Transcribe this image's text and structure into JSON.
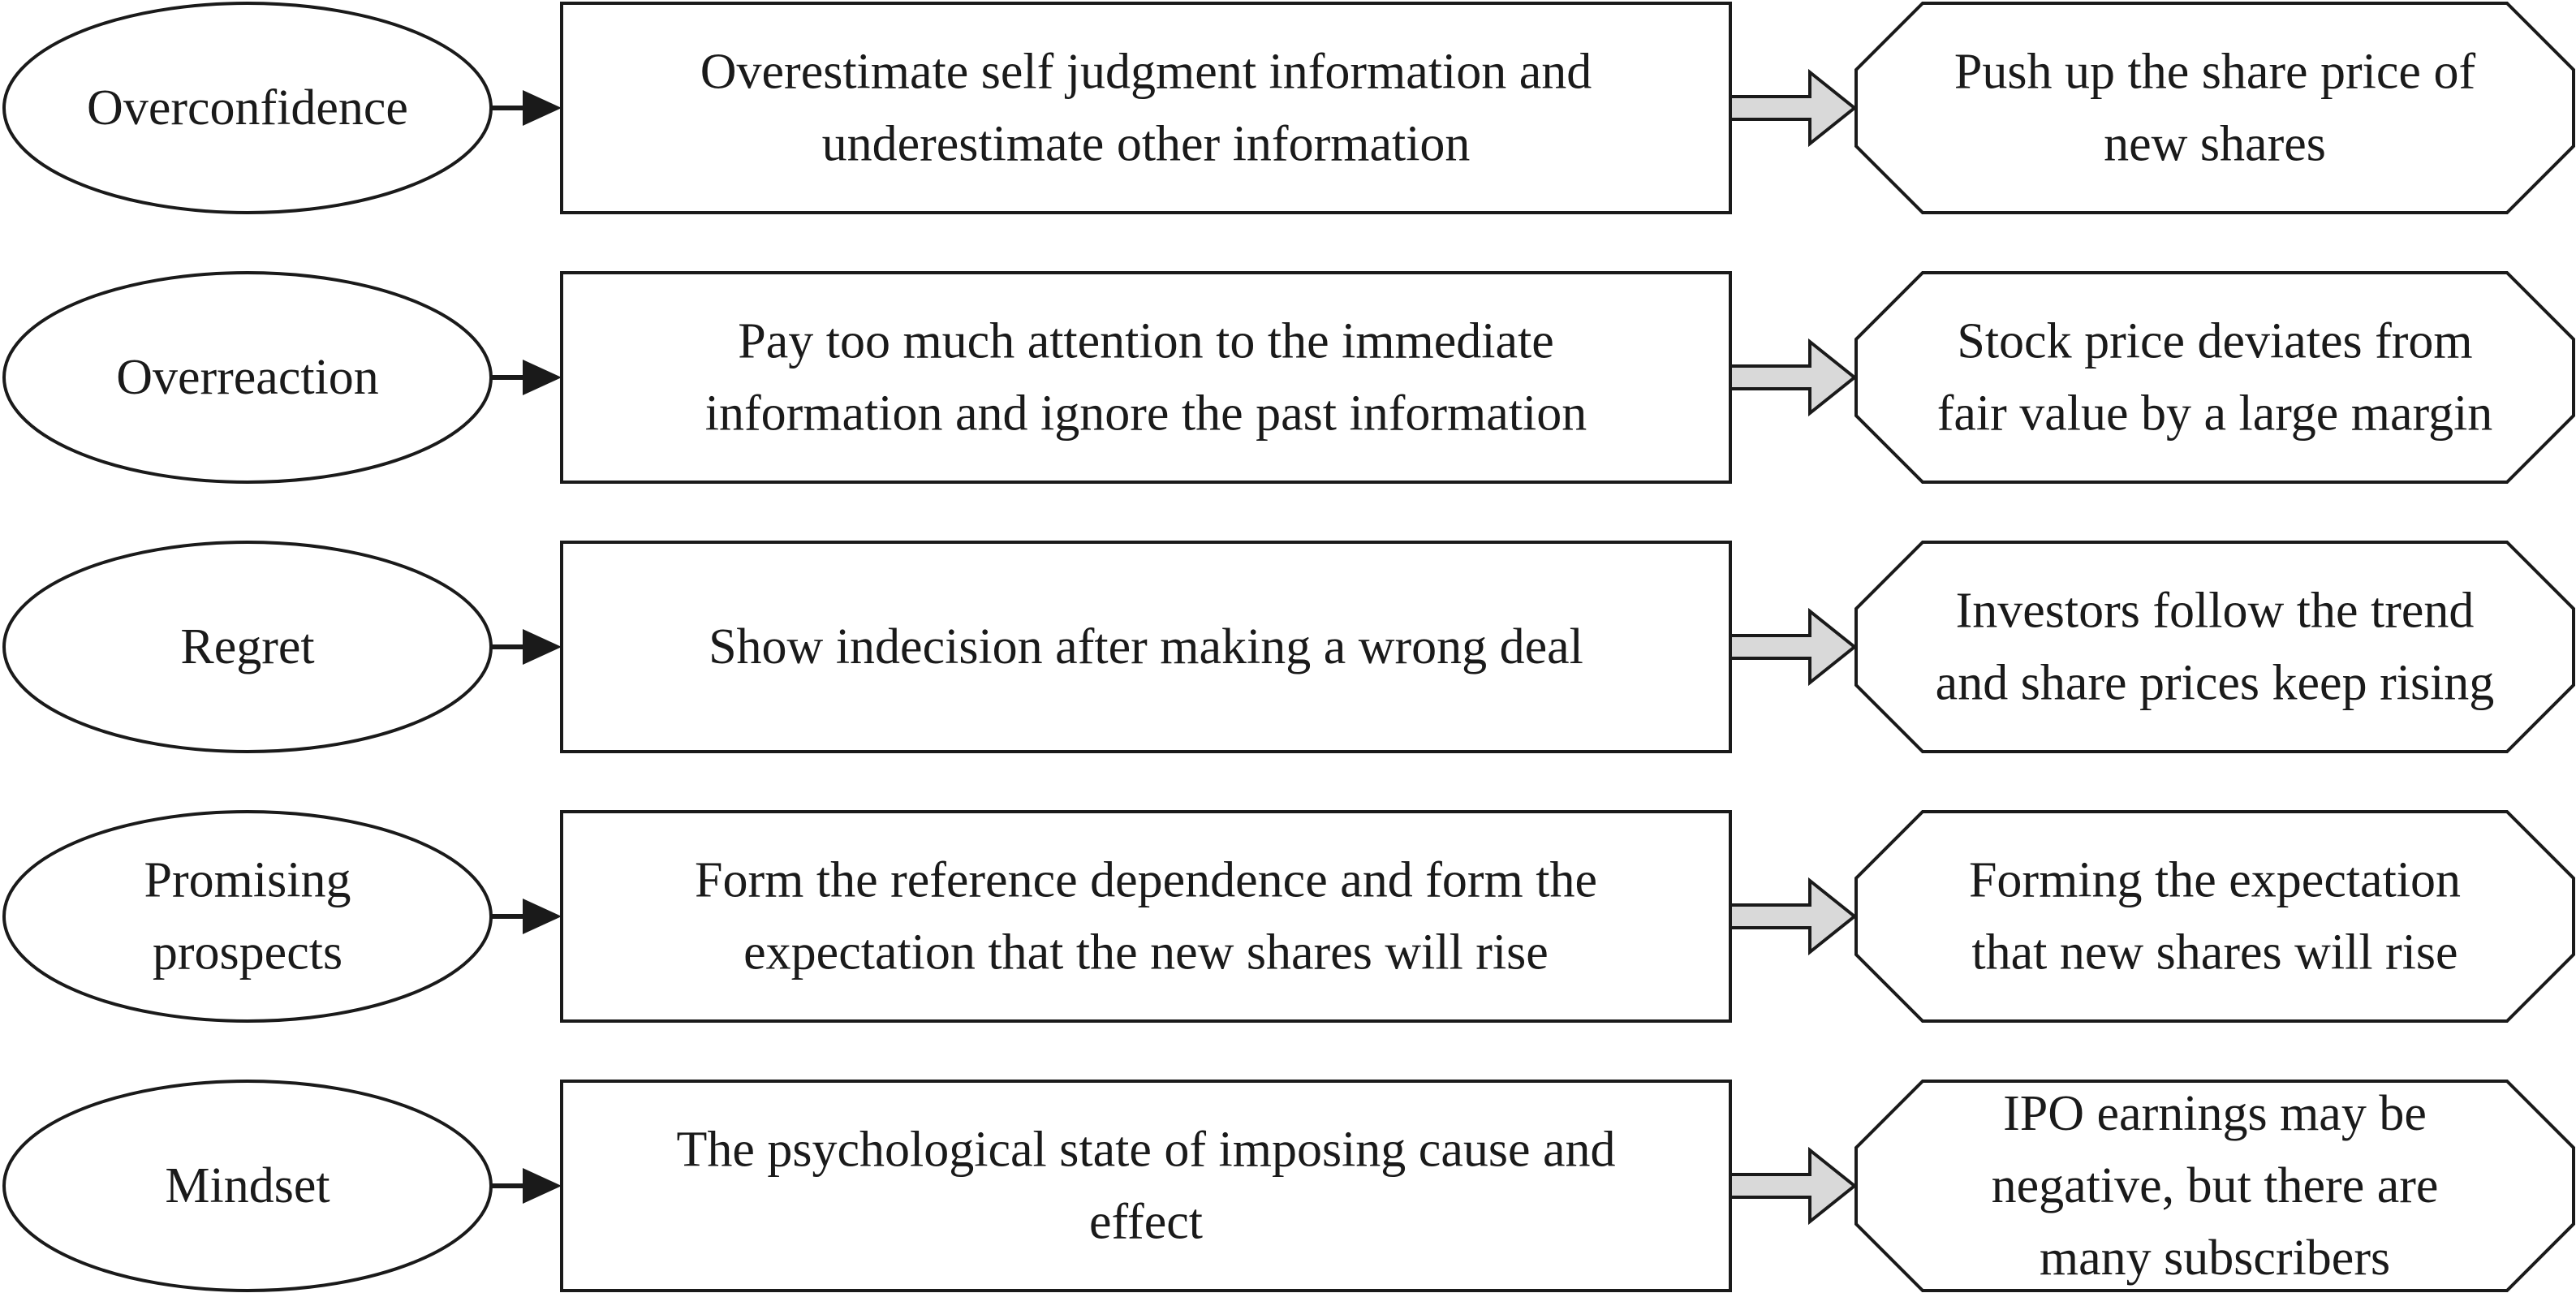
{
  "rows": [
    {
      "trait": [
        "Overconfidence"
      ],
      "behavior": [
        "Overestimate self judgment information and",
        "underestimate other information"
      ],
      "outcome": [
        "Push up the share price of",
        "new shares"
      ]
    },
    {
      "trait": [
        "Overreaction"
      ],
      "behavior": [
        "Pay too much attention to the immediate",
        "information and ignore the past information"
      ],
      "outcome": [
        "Stock price deviates from",
        "fair value by a large margin"
      ]
    },
    {
      "trait": [
        "Regret"
      ],
      "behavior": [
        "Show indecision after making a wrong deal"
      ],
      "outcome": [
        "Investors follow the trend",
        "and share prices keep rising"
      ]
    },
    {
      "trait": [
        "Promising",
        "prospects"
      ],
      "behavior": [
        "Form the reference dependence and form the",
        "expectation that the new shares will rise"
      ],
      "outcome": [
        "Forming the expectation",
        "that new shares will rise"
      ]
    },
    {
      "trait": [
        "Mindset"
      ],
      "behavior": [
        "The psychological state of imposing cause and",
        "effect"
      ],
      "outcome": [
        "IPO earnings may be",
        "negative, but there are",
        "many subscribers"
      ]
    }
  ],
  "colors": {
    "stroke": "#1a1a1a",
    "arrow_fill": "#d9d9d9",
    "background": "#ffffff"
  }
}
